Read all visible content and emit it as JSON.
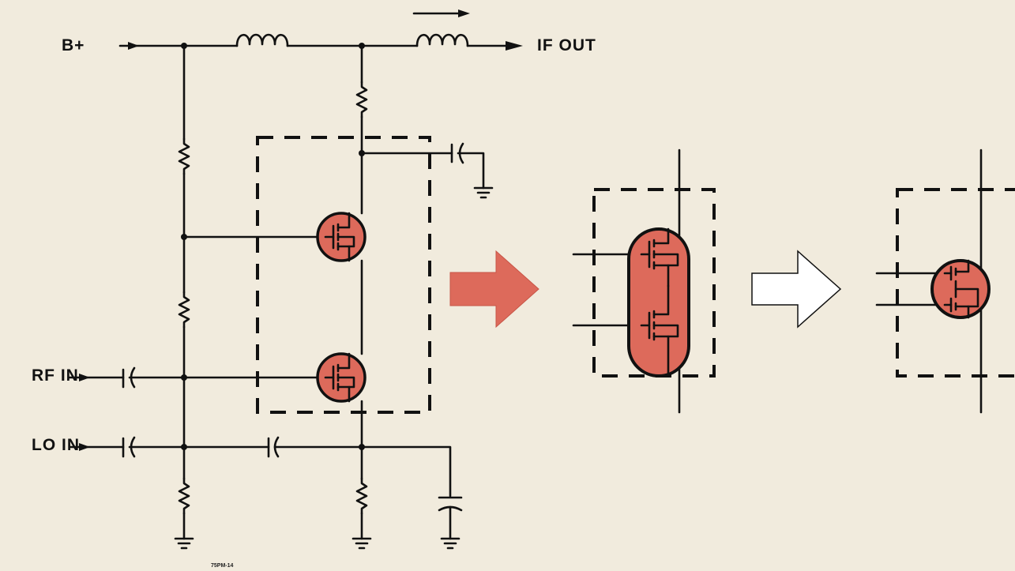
{
  "labels": {
    "b_plus": "B+",
    "if_out": "IF OUT",
    "rf_in": "RF IN",
    "lo_in": "LO IN",
    "figure_code": "75PM-14"
  },
  "colors": {
    "background": "#f1ebdd",
    "fet_fill": "#dd6a5b",
    "line": "#111111",
    "arrow_red": "#dd6a5b",
    "arrow_outline": "#ffffff"
  },
  "icons": {
    "inductor": "coil-icon",
    "resistor": "zigzag-resistor-icon",
    "capacitor": "capacitor-icon",
    "ground": "ground-icon",
    "mosfet": "dual-gate-mosfet-icon",
    "arrow_solid": "red-block-arrow",
    "arrow_hollow": "white-block-arrow"
  }
}
